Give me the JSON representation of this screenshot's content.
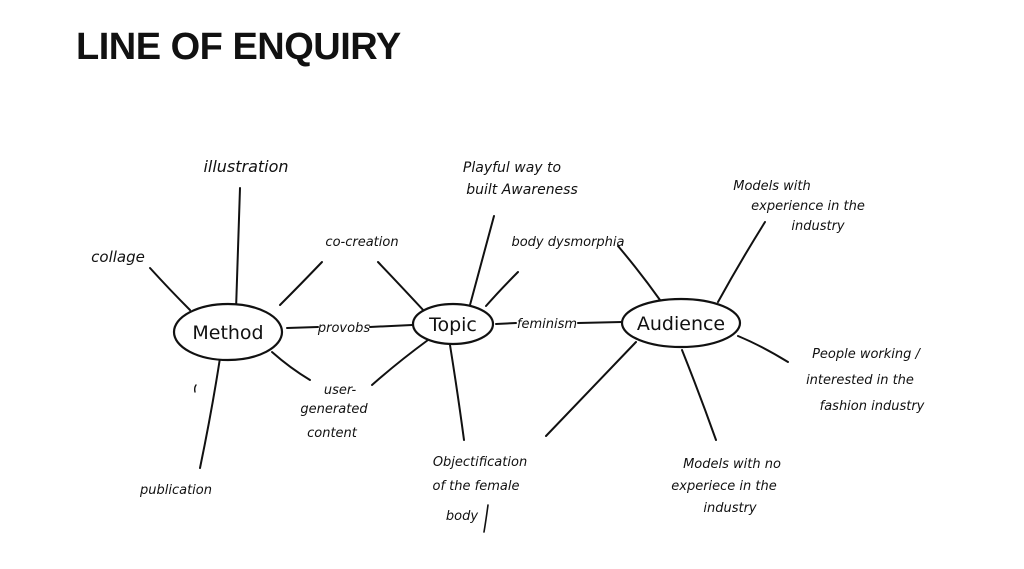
{
  "page": {
    "title": "LINE OF ENQUIRY"
  },
  "hubs": {
    "method": "Method",
    "topic": "Topic",
    "audience": "Audience"
  },
  "connectors": {
    "proveables": "provobs",
    "feminism": "feminism"
  },
  "method_branches": {
    "illustration": "illustration",
    "collage": "collage",
    "co_creation": "co-creation",
    "user_generated": [
      "user-",
      "generated",
      "content"
    ],
    "publication": "publication"
  },
  "topic_branches": {
    "playful": [
      "Playful way to",
      "built Awareness"
    ],
    "body_dysmorphia": "body dysmorphia",
    "objectification": [
      "Objectification",
      "of the female",
      "body"
    ]
  },
  "audience_branches": {
    "models_experience": [
      "Models with",
      "experience in the",
      "industry"
    ],
    "people_working": [
      "People working /",
      "interested in the",
      "fashion industry"
    ],
    "models_no_experience": [
      "Models with no",
      "experiece in the",
      "industry"
    ]
  },
  "colors": {
    "ink": "#111111",
    "background": "#ffffff"
  }
}
